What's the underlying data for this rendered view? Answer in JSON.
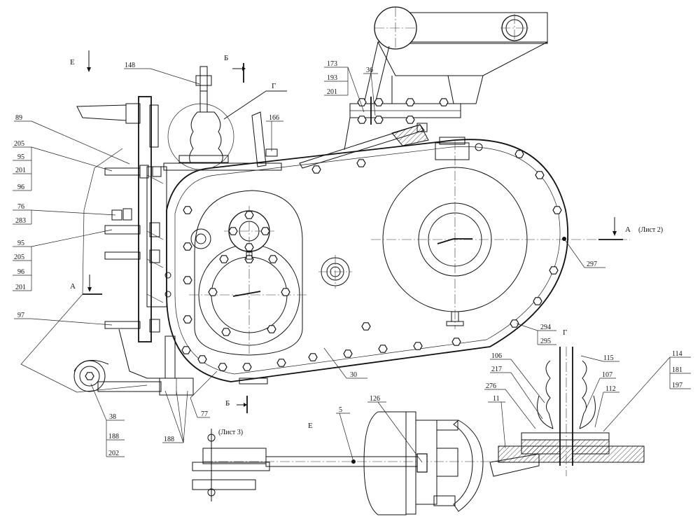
{
  "labels": {
    "n148": "148",
    "n89": "89",
    "n205a": "205",
    "n95a": "95",
    "n201a": "201",
    "n96a": "96",
    "n76": "76",
    "n283": "283",
    "n95b": "95",
    "n205b": "205",
    "n96b": "96",
    "n201b": "201",
    "n97": "97",
    "n38": "38",
    "n188a": "188",
    "n202": "202",
    "n188b": "188",
    "n77": "77",
    "n173": "173",
    "n193": "193",
    "n201c": "201",
    "n36": "36",
    "n166": "166",
    "n297": "297",
    "n294": "294",
    "n295": "295",
    "n30": "30",
    "n5": "5",
    "n126": "126",
    "n106": "106",
    "n217": "217",
    "n276": "276",
    "n11": "11",
    "n115": "115",
    "n107": "107",
    "n112": "112",
    "n114": "114",
    "n181": "181",
    "n197": "197"
  },
  "views": {
    "E_top": "Е",
    "B_top": "Б",
    "G_top": "Г",
    "A_right": "А",
    "A_right_sheet": "(Лист 2)",
    "A_left": "А",
    "G_right": "Г",
    "B_bottom": "Б",
    "B_bottom_sheet": "(Лист 3)",
    "E_bottom": "Е"
  }
}
